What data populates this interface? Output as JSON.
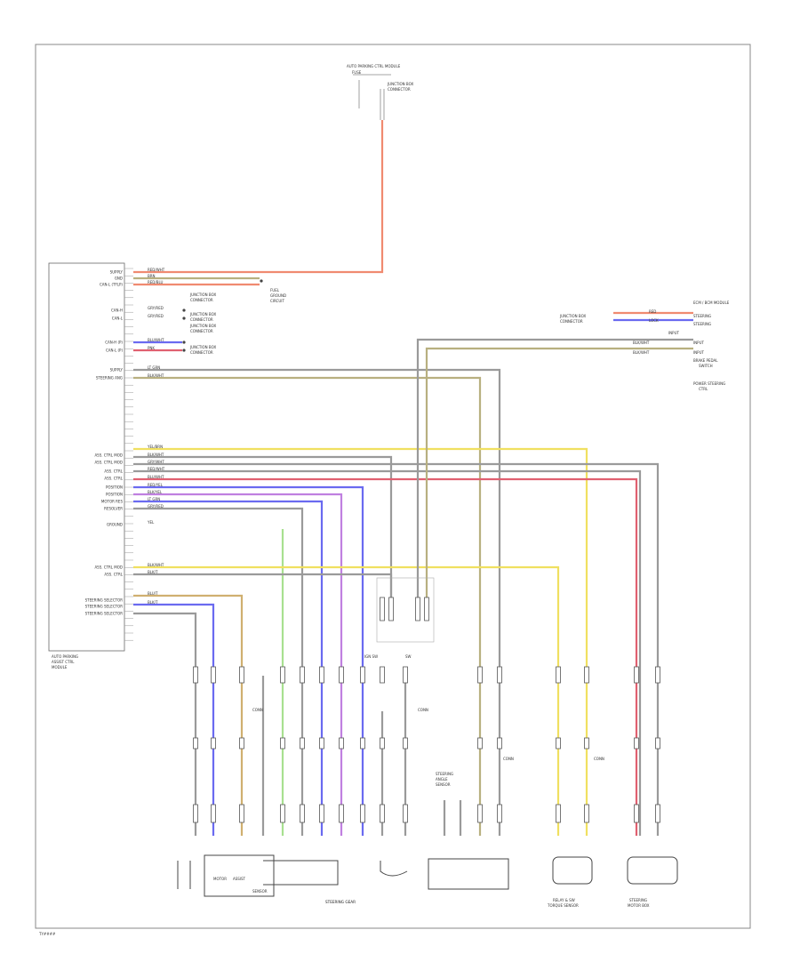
{
  "diagram": {
    "footer_code": "TY####",
    "bottom_label": "STEERING GEAR",
    "module_label": [
      "AUTO PARKING",
      "ASSIST CTRL",
      "MODULE"
    ],
    "top_component": [
      "AUTO PARKING CTRL MODULE",
      "FUSE"
    ],
    "top_connector": [
      "JUNCTION BOX",
      "CONNECTOR"
    ],
    "left_pins": [
      "SUPPLY",
      "GND",
      "CAN-L (TFLP)",
      "CAN-H",
      "CAN-L",
      "CAN-H (P)",
      "CAN-L (P)",
      "SUPPLY",
      "STEERING ANG",
      "ASS. CTRL MOD",
      "ASS. CTRL MOD",
      "ASS. CTRL",
      "ASS. CTRL",
      "POSITION",
      "POSITION",
      "MOTOR RES",
      "RESOLVER",
      "GROUND",
      "ASS. CTRL MOD",
      "ASS. CTRL",
      "STEERING SELECTOR",
      "STEERING SELECTOR",
      "STEERING SELECTOR"
    ],
    "wire_codes": [
      "RED/WHT",
      "BRN",
      "RED/BLU",
      "GRY/RED",
      "GRY/RED",
      "BLU/WHT",
      "PNK",
      "LT GRN",
      "BLK/WHT",
      "YEL/BRN",
      "BLK/WHT",
      "GRY/WHT",
      "RED/WHT",
      "BLU/WHT",
      "RED/YEL",
      "BLK/YEL",
      "LT GRN",
      "GRY/RED",
      "YEL",
      "BLK/WHT",
      "BLK/T",
      "BLU/T",
      "BLK/T"
    ],
    "mid_labels": [
      "JUNCTION BOX",
      "CONNECTOR",
      "JUNCTION BOX",
      "CONNECTOR",
      "JUNCTION BOX",
      "CONNECTOR",
      "JUNCTION BOX",
      "CONNECTOR"
    ],
    "ground_label": [
      "FUEL",
      "GROUND",
      "CIRCUIT"
    ],
    "right_top_label": "ECM / BCM MODULE",
    "right_pins": [
      "RED",
      "LOCK",
      "BLK/WHT",
      "BLK/WHT",
      "INPUT",
      "INPUT"
    ],
    "right_labels": [
      "STEERING",
      "STEERING",
      "INPUT"
    ],
    "right_junction": [
      "JUNCTION BOX",
      "CONNECTOR"
    ],
    "right_side_notes": [
      "BRAKE PEDAL",
      "SWITCH",
      "POWER STEERING",
      "CTRL"
    ],
    "conn_labels": [
      "CONN",
      "CONN",
      "CONN",
      "CONN"
    ],
    "gear_labels": [
      "MOTOR",
      "ASSIST",
      "SENSOR"
    ],
    "switch_labels": [
      "IGN SW",
      "SW"
    ],
    "center_labels": [
      "STEERING",
      "ANGLE",
      "SENSOR"
    ],
    "bottom_right_labels": [
      "RELAY & SW",
      "TORQUE SENSOR"
    ],
    "bottom_far_right_labels": [
      "STEERING",
      "MOTOR BOX"
    ],
    "colors": {
      "red": "#f08a70",
      "orange": "#e8b060",
      "yellow": "#f0e060",
      "blue": "#6a6af0",
      "purple": "#c080e0",
      "green": "#a8e090",
      "gray": "#9a9a9a",
      "olive": "#b8b080",
      "pinkred": "#e06070",
      "tan": "#d0b070"
    }
  }
}
